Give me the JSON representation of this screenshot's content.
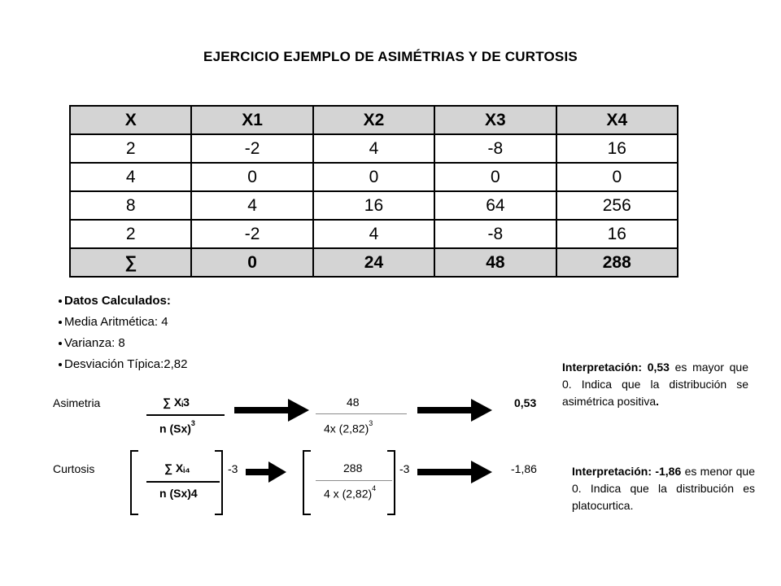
{
  "title": "EJERCICIO EJEMPLO DE ASIMÉTRIAS Y DE CURTOSIS",
  "table": {
    "headers": [
      "X",
      "X1",
      "X2",
      "X3",
      "X4"
    ],
    "rows": [
      [
        "2",
        "-2",
        "4",
        "-8",
        "16"
      ],
      [
        "4",
        "0",
        "0",
        "0",
        "0"
      ],
      [
        "8",
        "4",
        "16",
        "64",
        "256"
      ],
      [
        "2",
        "-2",
        "4",
        "-8",
        "16"
      ]
    ],
    "sum_row": [
      "∑",
      "0",
      "24",
      "48",
      "288"
    ]
  },
  "bullets": [
    "Datos Calculados:",
    "Media Aritmética: 4",
    "Varianza: 8",
    "Desviación Típica:2,82"
  ],
  "asimetria": {
    "label": "Asimetria",
    "formula_num": "∑ Xᵢ3",
    "formula_den": "n (Sx)",
    "formula_den_exp": "3",
    "sub_num": "48",
    "sub_den": "4x (2,82)",
    "sub_den_exp": "3",
    "result": "0,53"
  },
  "curtosis": {
    "label": "Curtosis",
    "formula_num": "∑ Xᵢ₄",
    "formula_den": "n (Sx)4",
    "minus": "-3",
    "sub_num": "288",
    "sub_den": "4 x (2,82)",
    "sub_den_exp": "4",
    "sub_minus": "-3",
    "result": "-1,86"
  },
  "interp_asimetria": {
    "label": "Interpretación:",
    "value": "0,53",
    "text": "es mayor que 0. Indica que la distribución se asimétrica positiva",
    "end": "."
  },
  "interp_curtosis": {
    "label": "Interpretación:",
    "value": "-1,86",
    "text": "es menor que 0. Indica que la distribución es platocurtica."
  }
}
